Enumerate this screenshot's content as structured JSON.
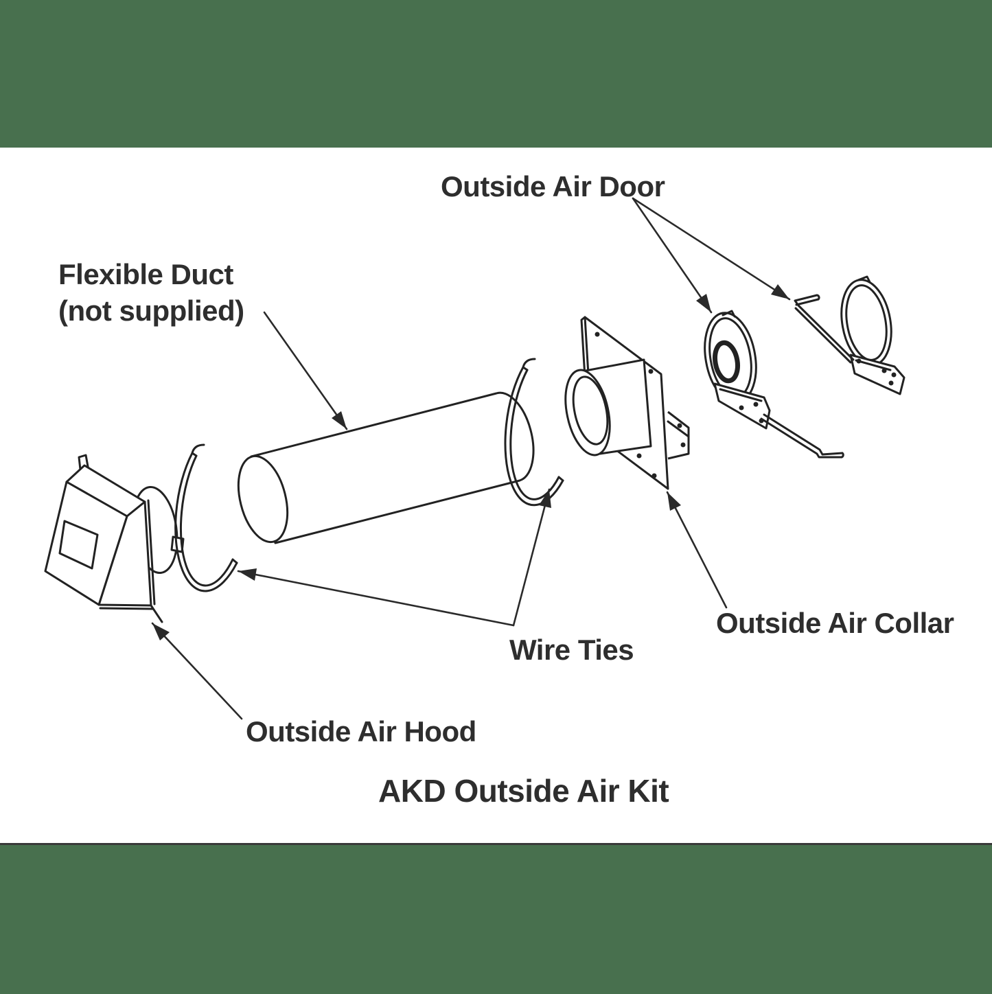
{
  "colors": {
    "band_green": "#48704E",
    "separator": "#3a3a3a",
    "line_ink": "#222222",
    "text_ink": "#2e2e2e",
    "background": "#ffffff"
  },
  "labels": {
    "outside_air_door": "Outside Air Door",
    "flexible_duct_line1": "Flexible Duct",
    "flexible_duct_line2": "(not supplied)",
    "wire_ties": "Wire Ties",
    "outside_air_collar": "Outside Air Collar",
    "outside_air_hood": "Outside Air Hood",
    "title": "AKD Outside Air Kit"
  },
  "parts": [
    {
      "name": "outside-air-hood"
    },
    {
      "name": "wire-tie-1"
    },
    {
      "name": "flexible-duct"
    },
    {
      "name": "wire-tie-2"
    },
    {
      "name": "outside-air-collar"
    },
    {
      "name": "outside-air-door-left"
    },
    {
      "name": "outside-air-door-right"
    }
  ]
}
